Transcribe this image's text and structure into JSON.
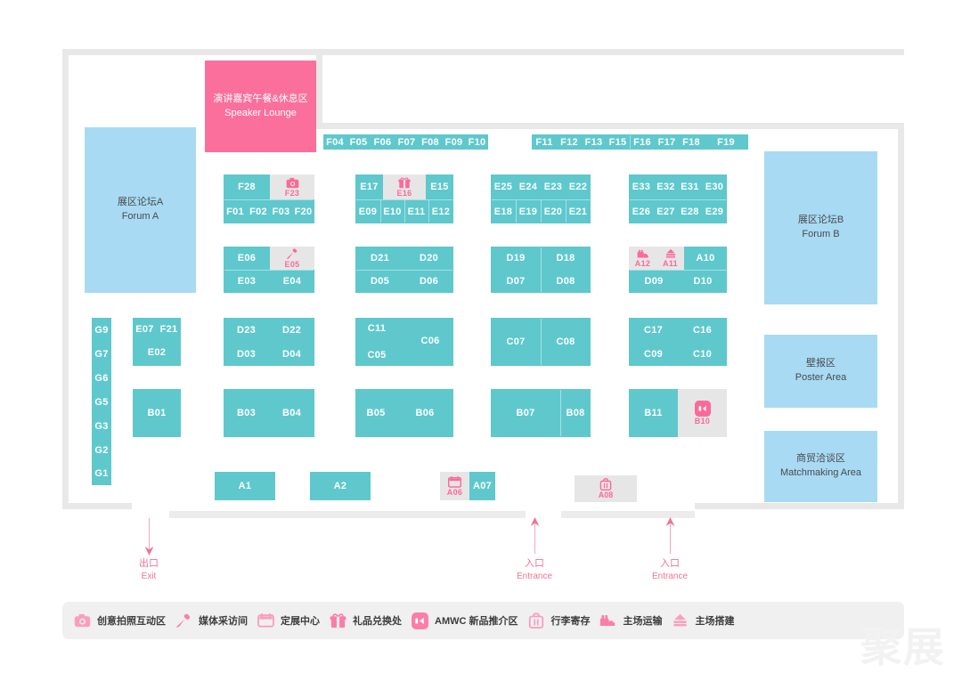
{
  "meta": {
    "watermark": "聚展"
  },
  "areas": {
    "speaker_lounge": {
      "cn": "演讲嘉宾午餐&休息区",
      "en": "Speaker Lounge"
    },
    "forum_a": {
      "cn": "展区论坛A",
      "en": "Forum A"
    },
    "forum_b": {
      "cn": "展区论坛B",
      "en": "Forum B"
    },
    "poster_area": {
      "cn": "壁报区",
      "en": "Poster Area"
    },
    "matchmaking_area": {
      "cn": "商贸洽谈区",
      "en": "Matchmaking Area"
    }
  },
  "markers": [
    {
      "cn": "出口",
      "en": "Exit",
      "direction": "down"
    },
    {
      "cn": "入口",
      "en": "Entrance",
      "direction": "up"
    },
    {
      "cn": "入口",
      "en": "Entrance",
      "direction": "up"
    }
  ],
  "booths": {
    "f_strip_left": [
      "F04",
      "F05",
      "F06",
      "F07",
      "F08",
      "F09",
      "F10"
    ],
    "f_strip_right": [
      "F11",
      "F12",
      "F13",
      "F15",
      "F16",
      "F17",
      "F18",
      "F19"
    ],
    "g_column": [
      "G9",
      "G7",
      "G6",
      "G5",
      "G3",
      "G2",
      "G1"
    ],
    "block_f28": {
      "top": [
        "F28"
      ],
      "bottom": [
        "F01",
        "F02",
        "F03",
        "F20"
      ],
      "special": "F23"
    },
    "block_e17": {
      "top": [
        "E17",
        "E15"
      ],
      "bottom": [
        "E09",
        "E10",
        "E11",
        "E12"
      ],
      "special": "E16"
    },
    "block_e25": {
      "top": [
        "E25",
        "E24",
        "E23",
        "E22"
      ],
      "bottom": [
        "E18",
        "E19",
        "E20",
        "E21"
      ]
    },
    "block_e33": {
      "top": [
        "E33",
        "E32",
        "E31",
        "E30"
      ],
      "bottom": [
        "E26",
        "E27",
        "E28",
        "E29"
      ]
    },
    "block_e06": {
      "top": [
        "E06"
      ],
      "bottom": [
        "E03",
        "E04"
      ],
      "special": "E05"
    },
    "block_d21": {
      "top": [
        "D21",
        "D20"
      ],
      "bottom": [
        "D05",
        "D06"
      ]
    },
    "block_d19": {
      "top": [
        "D19",
        "D18"
      ],
      "bottom": [
        "D07",
        "D08"
      ]
    },
    "block_a10": {
      "top": [
        "A10"
      ],
      "bottom": [
        "D09",
        "D10"
      ],
      "special_a12": "A12",
      "special_a11": "A11"
    },
    "block_e07": {
      "top": [
        "E07",
        "F21"
      ],
      "bottom": [
        "E02"
      ]
    },
    "block_d23": {
      "top": [
        "D23",
        "D22"
      ],
      "bottom": [
        "D03",
        "D04"
      ]
    },
    "block_c11": {
      "c11": "C11",
      "c06": "C06",
      "c05": "C05"
    },
    "block_c07": {
      "cells": [
        "C07",
        "C08"
      ]
    },
    "block_c17": {
      "top": [
        "C17",
        "C16"
      ],
      "bottom": [
        "C09",
        "C10"
      ]
    },
    "block_b01": {
      "cells": [
        "B01"
      ]
    },
    "block_b03": {
      "cells": [
        "B03",
        "B04"
      ]
    },
    "block_b05": {
      "cells": [
        "B05",
        "B06"
      ]
    },
    "block_b07": {
      "cells": [
        "B07",
        "B08"
      ]
    },
    "block_b11": {
      "cells": [
        "B11"
      ],
      "special": "B10"
    },
    "block_a1": {
      "cells": [
        "A1"
      ]
    },
    "block_a2": {
      "cells": [
        "A2"
      ]
    },
    "block_a07": {
      "cells": [
        "A07"
      ],
      "special": "A06"
    },
    "block_a08": {
      "special": "A08"
    }
  },
  "legend": [
    {
      "icon": "camera-icon",
      "label": "创意拍照互动区"
    },
    {
      "icon": "microphone-icon",
      "label": "媒体采访间"
    },
    {
      "icon": "calendar-icon",
      "label": "定展中心"
    },
    {
      "icon": "gift-icon",
      "label": "礼品兑换处"
    },
    {
      "icon": "amwc-icon",
      "label": "AMWC 新品推介区"
    },
    {
      "icon": "luggage-icon",
      "label": "行李寄存"
    },
    {
      "icon": "truck-icon",
      "label": "主场运输"
    },
    {
      "icon": "build-icon",
      "label": "主场搭建"
    }
  ],
  "colors": {
    "booth": "#5ec8cd",
    "panel_blue": "#a8daf4",
    "panel_pink": "#fb6f9d",
    "accent_pink": "#fb6a99",
    "wall": "#e8e8e8",
    "aisle": "#ececec"
  }
}
